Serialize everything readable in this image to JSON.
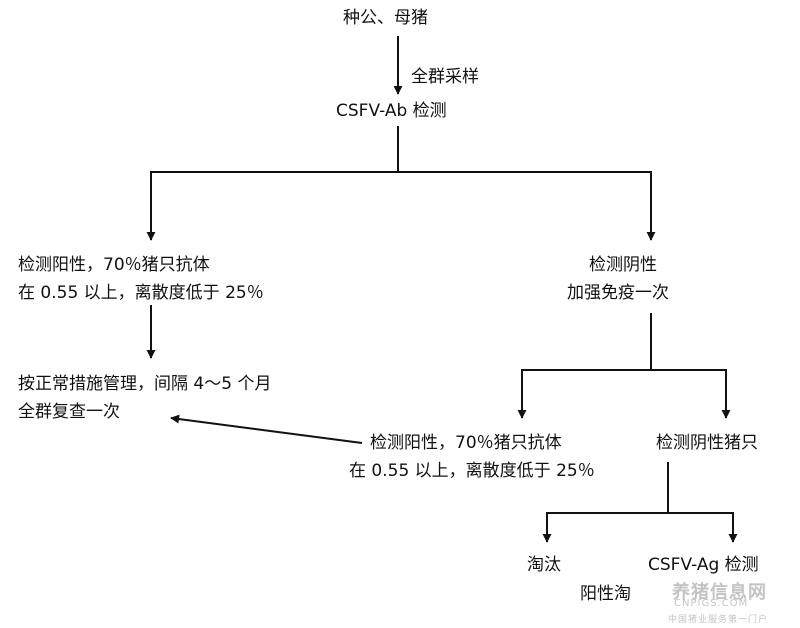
{
  "flowchart": {
    "root": "种公、母猪",
    "sampling": "全群采样",
    "test": "CSFV-Ab 检测",
    "left_positive": {
      "line1": "检测阳性，70％猪只抗体",
      "line2": "在 0.55 以上，离散度低于 25％"
    },
    "right_negative": {
      "line1": "检测阴性",
      "line2": "加强免疫一次"
    },
    "normal_management": {
      "line1": "按正常措施管理，间隔 4～5 个月",
      "line2": "全群复查一次"
    },
    "retest_positive": {
      "line1": "检测阳性，70％猪只抗体",
      "line2": "在 0.55 以上，离散度低于 25％"
    },
    "retest_negative": "检测阴性猪只",
    "cull": "淘汰",
    "ag_test": "CSFV-Ag 检测",
    "positive_cull": "阳性淘"
  },
  "watermark": {
    "main": "养猪信息网",
    "sub": "CNPIGS.COM",
    "bottom": "中国猪业服务第一门户"
  },
  "colors": {
    "text": "#111111",
    "line": "#111111",
    "background": "#ffffff",
    "watermark": "#c4c4c4"
  }
}
